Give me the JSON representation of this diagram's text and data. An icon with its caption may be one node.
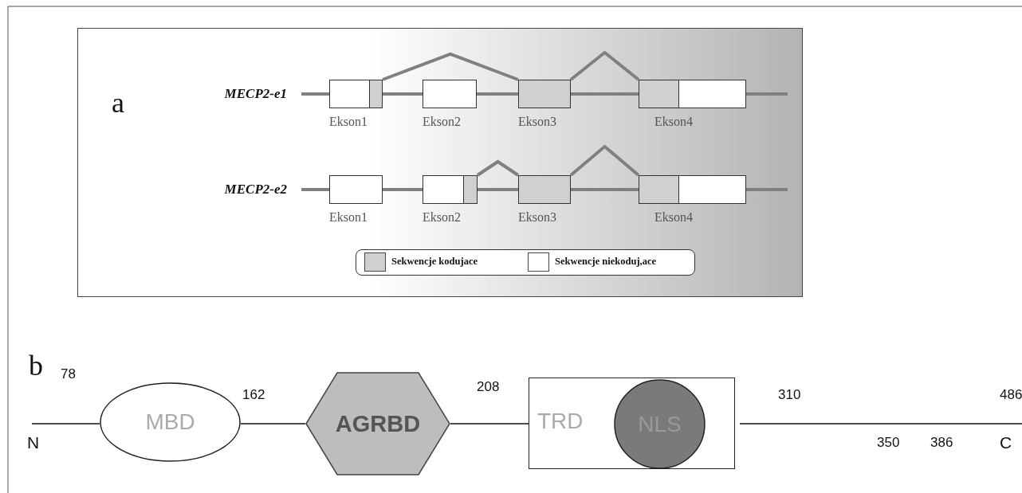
{
  "diagram": {
    "nodes": [
      {
        "text": [
          "Ekson1"
        ]
      },
      {
        "text": [
          "Ekson2"
        ]
      },
      {
        "text": [
          "Ekson3"
        ]
      },
      {
        "text": [
          "Ekson4"
        ]
      },
      {
        "text": [
          "Ekson1"
        ]
      },
      {
        "text": [
          "Ekson2"
        ]
      },
      {
        "text": [
          "Ekson3"
        ]
      },
      {
        "text": [
          "Ekson4"
        ]
      },
      {
        "text": [
          "MBD"
        ]
      },
      {
        "text": [
          "AGRBD"
        ]
      },
      {
        "text": [
          "TRD"
        ]
      },
      {
        "text": [
          "NLS"
        ],
        "in": 10
      }
    ],
    "edges": [
      {
        "from": 0,
        "to": 2,
        "arrow": "none",
        "style": "thick",
        "color": "#808080"
      },
      {
        "from": 2,
        "to": 3,
        "arrow": "none",
        "style": "thick",
        "color": "#808080"
      },
      {
        "from": 5,
        "to": 6,
        "arrow": "none",
        "style": "thick",
        "color": "#808080"
      },
      {
        "from": 6,
        "to": 7,
        "arrow": "none",
        "style": "thick",
        "color": "#808080"
      },
      {
        "from": null,
        "to": 8,
        "arrow": "none",
        "color": "#111111"
      },
      {
        "from": 8,
        "to": 9,
        "arrow": "none",
        "color": "#111111"
      },
      {
        "from": 9,
        "to": 10,
        "arrow": "none",
        "color": "#111111"
      },
      {
        "from": 10,
        "to": null,
        "arrow": "none",
        "color": "#111111"
      }
    ],
    "labels": [
      "a",
      "MECP2-e1",
      "MECP2-e2",
      "b",
      "78",
      "162",
      "208",
      "310",
      "486",
      "N",
      "350",
      "386",
      "C"
    ],
    "legend": [
      {
        "text": "Sekwencje kodujace",
        "color": "#d0d0d0"
      },
      {
        "text": "Sekwencje niekoduj,ace",
        "color": "#ffffff"
      }
    ]
  }
}
